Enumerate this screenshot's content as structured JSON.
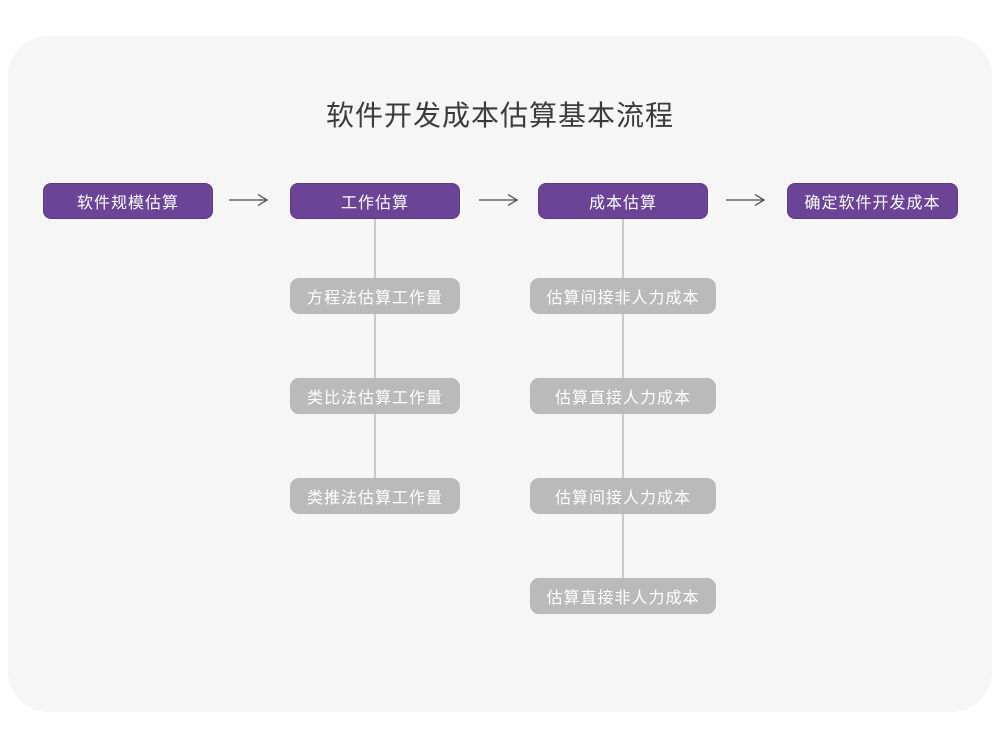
{
  "title": "软件开发成本估算基本流程",
  "stages": [
    {
      "label": "软件规模估算"
    },
    {
      "label": "工作估算"
    },
    {
      "label": "成本估算"
    },
    {
      "label": "确定软件开发成本"
    }
  ],
  "work_estimation_methods": [
    {
      "label": "方程法估算工作量"
    },
    {
      "label": "类比法估算工作量"
    },
    {
      "label": "类推法估算工作量"
    }
  ],
  "cost_estimation_steps": [
    {
      "label": "估算间接非人力成本"
    },
    {
      "label": "估算直接人力成本"
    },
    {
      "label": "估算间接人力成本"
    },
    {
      "label": "估算直接非人力成本"
    }
  ],
  "colors": {
    "stage_fill": "#6b4397",
    "substep_fill": "#bababa",
    "canvas_bg": "#f6f6f7",
    "arrow": "#4d4d4d",
    "connector": "#c9c9c9",
    "title_text": "#3b3b3b"
  }
}
